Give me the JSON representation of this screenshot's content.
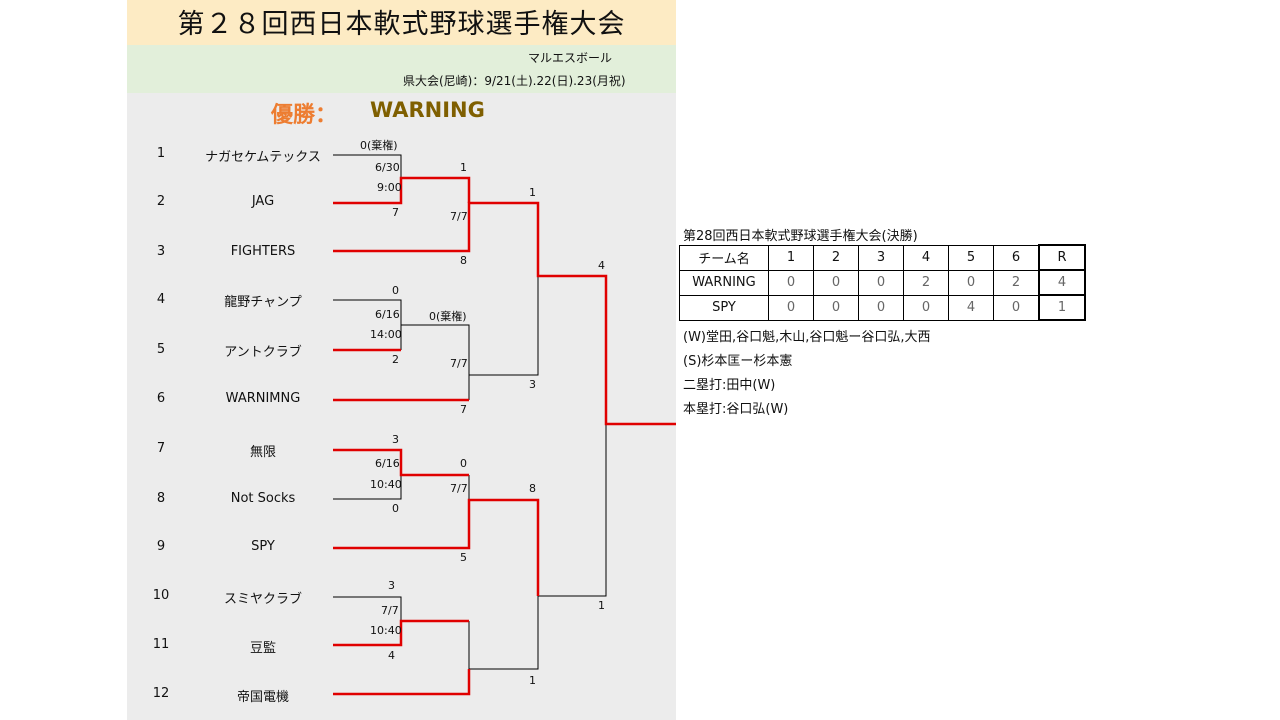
{
  "header": {
    "title": "第２８回西日本軟式野球選手権大会",
    "sponsor": "マルエスボール",
    "dates": "県大会(尼崎)：9/21(土).22(日).23(月祝)"
  },
  "champion": {
    "label": "優勝：",
    "team": "WARNING"
  },
  "teams": [
    {
      "seed": "1",
      "name": "ナガセケムテックス"
    },
    {
      "seed": "2",
      "name": "JAG"
    },
    {
      "seed": "3",
      "name": "FIGHTERS"
    },
    {
      "seed": "4",
      "name": "龍野チャンプ"
    },
    {
      "seed": "5",
      "name": "アントクラブ"
    },
    {
      "seed": "6",
      "name": "WARNIMNG"
    },
    {
      "seed": "7",
      "name": "無限"
    },
    {
      "seed": "8",
      "name": "Not Socks"
    },
    {
      "seed": "9",
      "name": "SPY"
    },
    {
      "seed": "10",
      "name": "スミヤクラブ"
    },
    {
      "seed": "11",
      "name": "豆監"
    },
    {
      "seed": "12",
      "name": "帝国電機"
    }
  ],
  "bracket_labels": {
    "m1_s1": "0(棄権)",
    "m1_date": "6/30",
    "m1_time": "9:00",
    "m1_s2": "7",
    "q1_s1": "1",
    "q1_date": "7/7",
    "q1_s2": "8",
    "m2_s1": "0",
    "m2_date": "6/16",
    "m2_time": "14:00",
    "m2_s2": "2",
    "q2_s1": "0(棄権)",
    "q2_date": "7/7",
    "q2_s2": "7",
    "s1_s1": "1",
    "s1_s2": "3",
    "m3_s1": "3",
    "m3_date": "6/16",
    "m3_time": "10:40",
    "m3_s2": "0",
    "q3_s1": "0",
    "q3_date": "7/7",
    "q3_s2": "5",
    "m4_s1": "3",
    "m4_date": "7/7",
    "m4_time": "10:40",
    "m4_s2": "4",
    "s2_s1": "8",
    "s2_s2": "1",
    "f_s1": "4",
    "f_s2": "1"
  },
  "final": {
    "title": "第28回西日本軟式野球選手権大会(決勝)",
    "header": [
      "チーム名",
      "1",
      "2",
      "3",
      "4",
      "5",
      "6",
      "R"
    ],
    "rows": [
      {
        "team": "WARNING",
        "innings": [
          "0",
          "0",
          "0",
          "2",
          "0",
          "2"
        ],
        "r": "4"
      },
      {
        "team": "SPY",
        "innings": [
          "0",
          "0",
          "0",
          "0",
          "4",
          "0"
        ],
        "r": "1"
      }
    ],
    "notes": [
      "(W)堂田,谷口魁,木山,谷口魁ー谷口弘,大西",
      "(S)杉本匡ー杉本憲",
      "二塁打:田中(W)",
      "本塁打:谷口弘(W)"
    ]
  },
  "colors": {
    "win_line": "#e00000",
    "title_bg": "#fdebc4",
    "info_bg": "#e2efda",
    "champ_label": "#ed7d31",
    "champ_team": "#7f5f00"
  }
}
